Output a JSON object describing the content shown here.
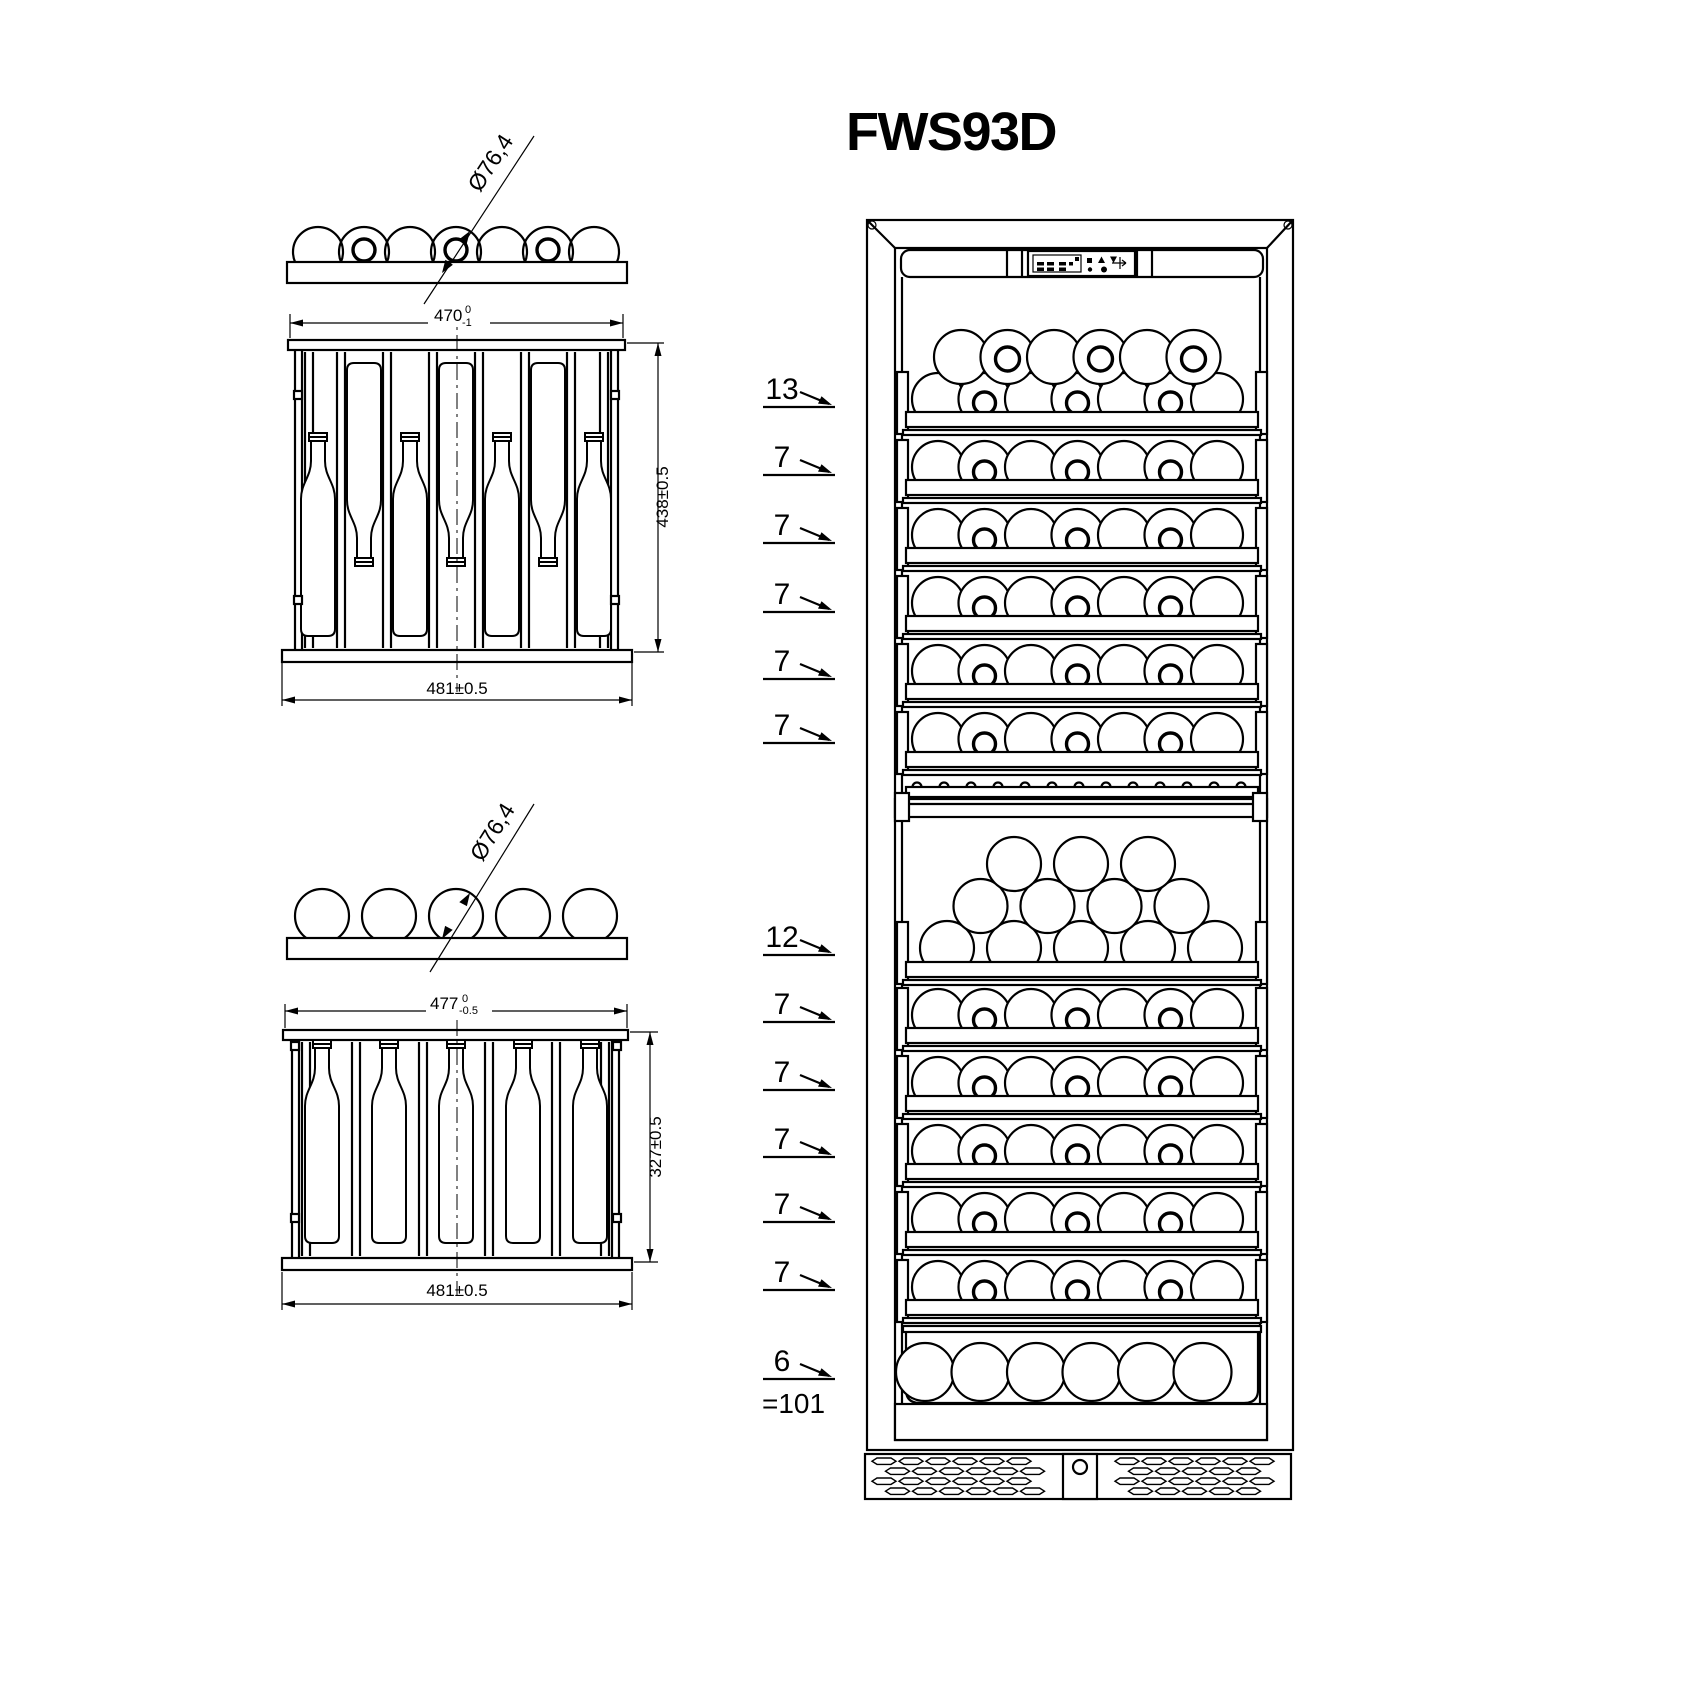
{
  "title": "FWS93D",
  "type_a_shelf": {
    "diameter": "Ø76,4",
    "width_inner": "470",
    "width_inner_tol_top": "0",
    "width_inner_tol_bottom": "-1",
    "height": "438±0.5",
    "width_outer": "481±0.5"
  },
  "type_b_shelf": {
    "diameter": "Ø76,4",
    "width_inner": "477",
    "width_inner_tol_top": "0",
    "width_inner_tol_bottom": "-0.5",
    "height": "327±0.5",
    "width_outer": "481±0.5"
  },
  "cooler": {
    "upper_rows": [
      "13",
      "7",
      "7",
      "7",
      "7",
      "7"
    ],
    "lower_rows": [
      "12",
      "7",
      "7",
      "7",
      "7",
      "7"
    ],
    "bottom_row": "6",
    "total": "=101"
  },
  "icons": {
    "control_panel": "temperature-display-and-buttons",
    "grille": "ventilation-louvre-grille",
    "lock": "grille-center-lock"
  }
}
